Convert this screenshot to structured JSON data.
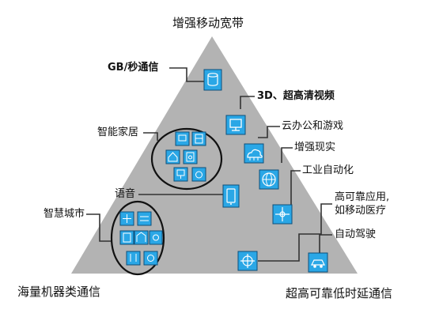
{
  "corners": {
    "top": "增强移动宽带",
    "bottom_left": "海量机器类通信",
    "bottom_right": "超高可靠低时延通信"
  },
  "labels": {
    "gbps": "GB/秒通信",
    "uhd_3d": "3D、超高清视频",
    "cloud": "云办公和游戏",
    "smart_home": "智能家居",
    "ar": "增强现实",
    "automation": "工业自动化",
    "voice": "语音",
    "reliable_line1": "高可靠应用,",
    "reliable_line2": "如移动医疗",
    "smart_city": "智慧城市",
    "auto_drive": "自动驾驶"
  },
  "colors": {
    "triangle": "#b3b3b3",
    "icon_fill": "#2aa7e6",
    "icon_stroke": "#0d4f7a",
    "connector": "#333333"
  }
}
